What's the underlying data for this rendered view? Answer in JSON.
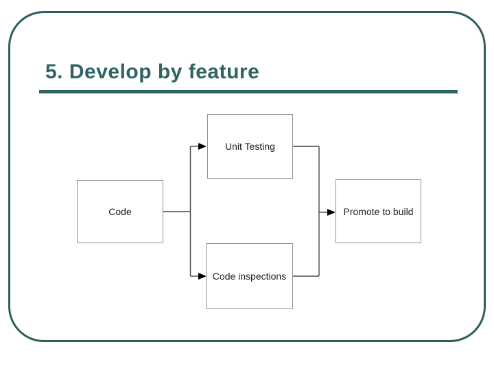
{
  "slide": {
    "title": "5. Develop by feature",
    "title_color": "#2e6462",
    "rule_color": "#2e6462",
    "frame_border_color": "#2e5d5c",
    "background_color": "#ffffff"
  },
  "diagram": {
    "nodes": [
      {
        "id": "code",
        "label": "Code"
      },
      {
        "id": "unit-testing",
        "label": "Unit Testing"
      },
      {
        "id": "code-inspections",
        "label": "Code inspections"
      },
      {
        "id": "promote-to-build",
        "label": "Promote to build"
      }
    ],
    "edges": [
      {
        "from": "code",
        "to": "unit-testing"
      },
      {
        "from": "code",
        "to": "code-inspections"
      },
      {
        "from": "unit-testing",
        "to": "promote-to-build"
      },
      {
        "from": "code-inspections",
        "to": "promote-to-build"
      }
    ],
    "node_border_color": "#8f8f8f",
    "node_text_color": "#1c1c1c",
    "connector_color": "#474747",
    "arrowhead_color": "#000000"
  }
}
